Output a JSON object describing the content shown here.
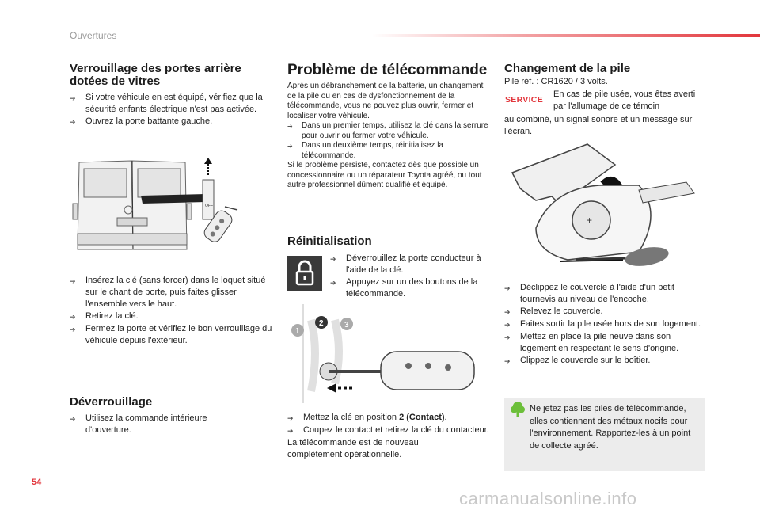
{
  "header": {
    "section": "Ouvertures",
    "page_number": "54",
    "accent_color": "#e2363c"
  },
  "left": {
    "title": "Verrouillage des portes arrière dotées de vitres",
    "bullets1": [
      "Si votre véhicule en est équipé, vérifiez que la sécurité enfants électrique n'est pas activée.",
      "Ouvrez la porte battante gauche."
    ],
    "illustration_label": "OFF",
    "bullets2": [
      "Insérez la clé (sans forcer) dans le loquet situé sur le chant de porte, puis faites glisser l'ensemble vers le haut.",
      "Retirez la clé.",
      "Fermez la porte et vérifiez le bon verrouillage du véhicule depuis l'extérieur."
    ],
    "unlock_title": "Déverrouillage",
    "unlock_bullets": [
      "Utilisez la commande intérieure d'ouverture."
    ]
  },
  "middle": {
    "title": "Problème de télécommande",
    "intro": "Après un débranchement de la batterie, un changement de la pile ou en cas de dysfonctionnement de la télécommande, vous ne pouvez plus ouvrir, fermer et localiser votre véhicule.",
    "bullets": [
      "Dans un premier temps, utilisez la clé dans la serrure pour ouvrir ou fermer votre véhicule.",
      "Dans un deuxième temps, réinitialisez la télécommande."
    ],
    "outro": "Si le problème persiste, contactez dès que possible un concessionnaire ou un réparateur Toyota agréé, ou tout autre professionnel dûment qualifié et équipé.",
    "reinit_title": "Réinitialisation",
    "reinit_bullets": [
      "Déverrouillez la porte conducteur à l'aide de la clé.",
      "Appuyez sur un des boutons de la télécommande."
    ],
    "steps": [
      "1",
      "2",
      "3"
    ],
    "final_bullet1_pre": "Mettez la clé en position ",
    "final_bullet1_bold": "2 (Contact)",
    "final_bullet1_post": ".",
    "final_bullet2": "Coupez le contact et retirez la clé du contacteur.",
    "final_text": "La télécommande est de nouveau complètement opérationnelle."
  },
  "right": {
    "title": "Changement de la pile",
    "battery_ref": "Pile réf. : CR1620 / 3 volts.",
    "service_label": "SERVICE",
    "service_text_a": "En cas de pile usée, vous êtes averti par l'allumage de ce témoin",
    "service_text_b": "au combiné, un signal sonore et un message sur l'écran.",
    "bullets": [
      "Déclippez le couvercle à l'aide d'un petit tournevis au niveau de l'encoche.",
      "Relevez le couvercle.",
      "Faites sortir la pile usée hors de son logement.",
      "Mettez en place la pile neuve dans son logement en respectant le sens d'origine.",
      "Clippez le couvercle sur le boîtier."
    ],
    "note": "Ne jetez pas les piles de télécommande, elles contiennent des métaux nocifs pour l'environnement. Rapportez-les à un point de collecte agréé.",
    "note_icon_color": "#6cbf3a"
  },
  "watermark": "carmanualsonline.info",
  "bullet_glyph": "➔"
}
